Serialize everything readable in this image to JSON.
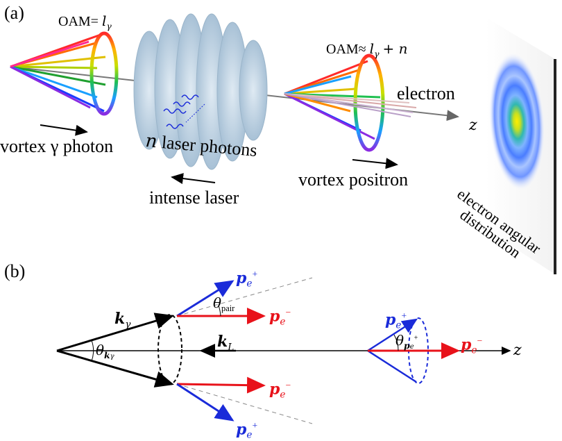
{
  "panel_a": {
    "tag": "(a)",
    "oam_in_prefix": "OAM=",
    "oam_in_value": "l",
    "oam_in_sub": "γ",
    "oam_out_prefix": "OAM≈",
    "oam_out_l": "l",
    "oam_out_sub": "γ",
    "oam_out_plus": "+ n",
    "vortex_photon": "vortex γ photon",
    "laser_photons_n": "n",
    "laser_photons": "laser photons",
    "intense_laser": "intense laser",
    "electron": "electron",
    "vortex_positron": "vortex positron",
    "z_axis": "z",
    "angular_distribution_1": "electron angular",
    "angular_distribution_2": "distribution"
  },
  "panel_b": {
    "tag": "(b)",
    "k_gamma": "k",
    "k_gamma_sub": "γ",
    "theta_k": "θ",
    "theta_k_sub": "k",
    "theta_k_subsub": "γ",
    "theta_pair": "θ",
    "theta_pair_sub": "pair",
    "k_L": "k",
    "k_L_sub": "L",
    "p_e_plus": "p",
    "p_e_plus_sub": "e",
    "p_e_plus_sup": "+",
    "p_e_minus": "p",
    "p_e_minus_sub": "e",
    "p_e_minus_sup": "−",
    "theta_p": "θ",
    "theta_p_sub": "p",
    "theta_p_subsub": "e",
    "theta_p_subsup": "+",
    "z_axis": "z"
  },
  "colors": {
    "positron": "#1a2bd9",
    "electron": "#e8121a",
    "laser_disc": "#b5cde0",
    "axis": "#000000"
  }
}
